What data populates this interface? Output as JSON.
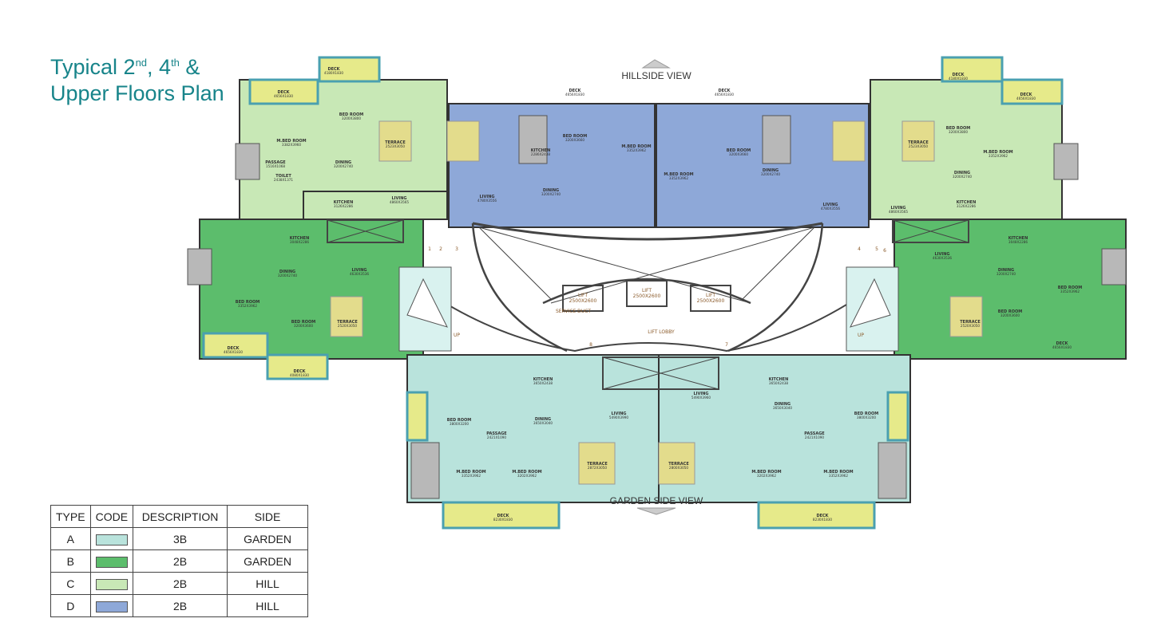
{
  "title": {
    "line1_prefix": "Typical 2",
    "sup1": "nd",
    "mid": ", 4",
    "sup2": "th",
    "suffix": " &",
    "line2": "Upper Floors Plan"
  },
  "views": {
    "top": "HILLSIDE VIEW",
    "bottom": "GARDEN SIDE VIEW"
  },
  "colors": {
    "A": "#b9e3dc",
    "B": "#5cbd6c",
    "C": "#c8e8b6",
    "D": "#8ea8d8",
    "deck": "#e6ea8a",
    "terrace": "#e3dc8c",
    "service": "#b8b8b8",
    "title": "#17848a"
  },
  "core": {
    "lifts": [
      {
        "name": "LIFT",
        "size": "2500X2600"
      },
      {
        "name": "LIFT",
        "size": "2500X2600"
      },
      {
        "name": "LIFT",
        "size": "2500X2600"
      }
    ],
    "service_duct": "SERVICE DUCT",
    "lobby": "LIFT LOBBY",
    "stairs": [
      "UP",
      "UP"
    ],
    "numbers": [
      "1",
      "2",
      "3",
      "4",
      "5",
      "6",
      "7",
      "8"
    ]
  },
  "rooms": [
    {
      "name": "DECK",
      "size": "4180X1830"
    },
    {
      "name": "DECK",
      "size": "4656X1830"
    },
    {
      "name": "BED ROOM",
      "size": "3200X3800"
    },
    {
      "name": "M.BED ROOM",
      "size": "3382X3960"
    },
    {
      "name": "TERRACE",
      "size": "2523X3050"
    },
    {
      "name": "DINING",
      "size": "3200X2740"
    },
    {
      "name": "LIVING",
      "size": "4860X3565"
    },
    {
      "name": "KITCHEN",
      "size": "3126X2286"
    },
    {
      "name": "TOILET",
      "size": "2438X1371"
    },
    {
      "name": "PASSAGE",
      "size": "1516X1068"
    },
    {
      "name": "DECK",
      "size": "4656X1830"
    },
    {
      "name": "BED ROOM",
      "size": "3200X3660"
    },
    {
      "name": "M.BED ROOM",
      "size": "3352X3962"
    },
    {
      "name": "LIVING",
      "size": "4780X3556"
    },
    {
      "name": "DINING",
      "size": "3200X2740"
    },
    {
      "name": "KITCHEN",
      "size": "2286X2438"
    },
    {
      "name": "DECK",
      "size": "4656X1830"
    },
    {
      "name": "BED ROOM",
      "size": "3200X3660"
    },
    {
      "name": "M.BED ROOM",
      "size": "3352X3962"
    },
    {
      "name": "DINING",
      "size": "3200X2740"
    },
    {
      "name": "LIVING",
      "size": "4780X3556"
    },
    {
      "name": "DECK",
      "size": "4180X1830"
    },
    {
      "name": "DECK",
      "size": "4656X1830"
    },
    {
      "name": "BED ROOM",
      "size": "3200X3800"
    },
    {
      "name": "M.BED ROOM",
      "size": "3352X3962"
    },
    {
      "name": "TERRACE",
      "size": "2523X3050"
    },
    {
      "name": "DINING",
      "size": "3200X2740"
    },
    {
      "name": "KITCHEN",
      "size": "3126X2286"
    },
    {
      "name": "LIVING",
      "size": "4860X3565"
    },
    {
      "name": "KITCHEN",
      "size": "3048X2286"
    },
    {
      "name": "DINING",
      "size": "3200X2740"
    },
    {
      "name": "LIVING",
      "size": "4630X3536"
    },
    {
      "name": "BED ROOM",
      "size": "3352X3962"
    },
    {
      "name": "BED ROOM",
      "size": "3200X3600"
    },
    {
      "name": "TERRACE",
      "size": "2520X3050"
    },
    {
      "name": "DECK",
      "size": "4656X1830"
    },
    {
      "name": "DECK",
      "size": "4080X1830"
    },
    {
      "name": "KITCHEN",
      "size": "3048X2286"
    },
    {
      "name": "LIVING",
      "size": "4630X3536"
    },
    {
      "name": "DINING",
      "size": "3200X2740"
    },
    {
      "name": "BED ROOM",
      "size": "3352X3962"
    },
    {
      "name": "BED ROOM",
      "size": "3200X3600"
    },
    {
      "name": "TERRACE",
      "size": "2520X3050"
    },
    {
      "name": "DECK",
      "size": "4656X1830"
    },
    {
      "name": "KITCHEN",
      "size": "3650X2438"
    },
    {
      "name": "BED ROOM",
      "size": "3800X3200"
    },
    {
      "name": "DINING",
      "size": "3650X3040"
    },
    {
      "name": "LIVING",
      "size": "5490X3990"
    },
    {
      "name": "PASSAGE",
      "size": "2421X1090"
    },
    {
      "name": "M.BED ROOM",
      "size": "3352X3962"
    },
    {
      "name": "M.BED ROOM",
      "size": "3202X3962"
    },
    {
      "name": "TERRACE",
      "size": "2872X3050"
    },
    {
      "name": "DECK",
      "size": "8230X1830"
    },
    {
      "name": "LIVING",
      "size": "5490X3960"
    },
    {
      "name": "KITCHEN",
      "size": "3650X2438"
    },
    {
      "name": "DINING",
      "size": "3650X3040"
    },
    {
      "name": "BED ROOM",
      "size": "3800X3200"
    },
    {
      "name": "PASSAGE",
      "size": "2421X1090"
    },
    {
      "name": "M.BED ROOM",
      "size": "3202X3962"
    },
    {
      "name": "M.BED ROOM",
      "size": "3352X3962"
    },
    {
      "name": "TERRACE",
      "size": "2800X3050"
    },
    {
      "name": "DECK",
      "size": "8230X1830"
    }
  ],
  "legend": {
    "headers": [
      "TYPE",
      "CODE",
      "DESCRIPTION",
      "SIDE"
    ],
    "rows": [
      {
        "type": "A",
        "color": "#b9e3dc",
        "description": "3B",
        "side": "GARDEN"
      },
      {
        "type": "B",
        "color": "#5cbd6c",
        "description": "2B",
        "side": "GARDEN"
      },
      {
        "type": "C",
        "color": "#c8e8b6",
        "description": "2B",
        "side": "HILL"
      },
      {
        "type": "D",
        "color": "#8ea8d8",
        "description": "2B",
        "side": "HILL"
      }
    ]
  }
}
